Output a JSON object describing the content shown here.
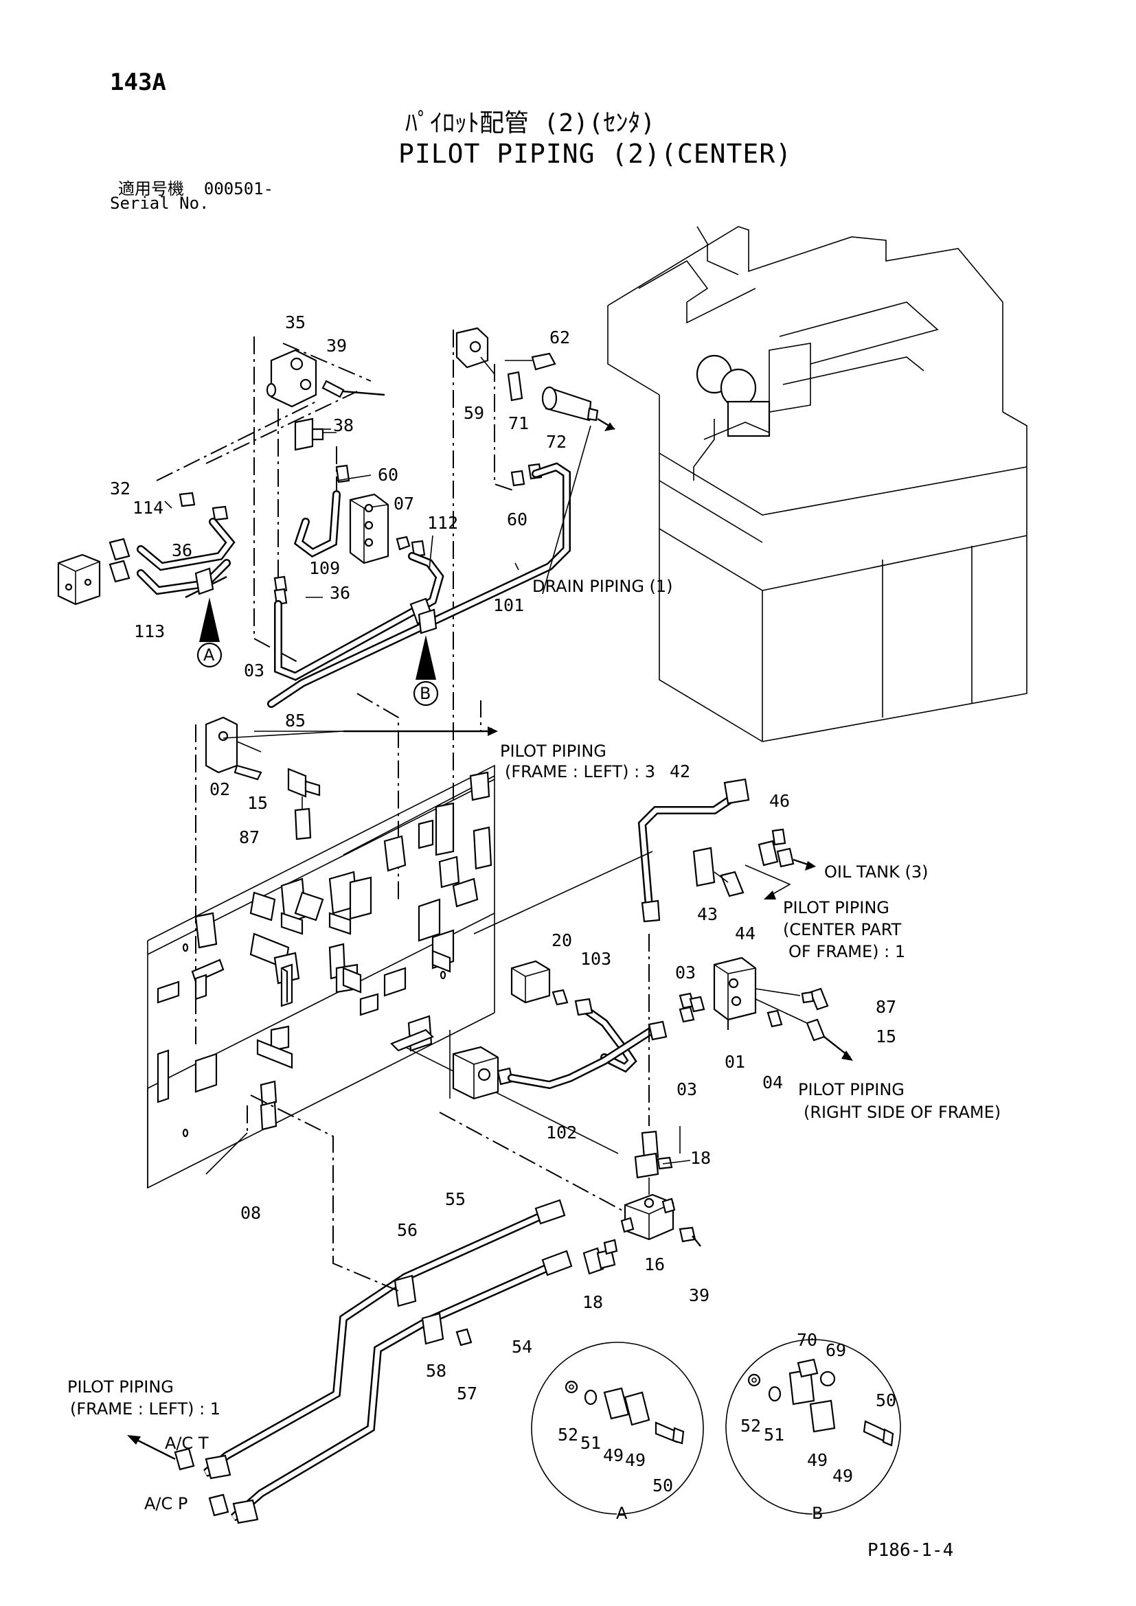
{
  "header": {
    "page_id": "143A",
    "title_jp": "ﾊﾟｲﾛｯﾄ配管 (2)(ｾﾝﾀ)",
    "title_en": "PILOT PIPING (2)(CENTER)",
    "serial_label_jp": "適用号機",
    "serial_value": "000501-",
    "serial_label_en": "Serial No."
  },
  "parts": {
    "p35": "35",
    "p39a": "39",
    "p38": "38",
    "p62": "62",
    "p59": "59",
    "p71": "71",
    "p72": "72",
    "p60a": "60",
    "p60b": "60",
    "p07": "07",
    "p112": "112",
    "p109": "109",
    "p36a": "36",
    "p36b": "36",
    "p32": "32",
    "p114": "114",
    "p113": "113",
    "p101": "101",
    "p03a": "03",
    "p85": "85",
    "p02": "02",
    "p15a": "15",
    "p87a": "87",
    "p42": "42",
    "p46": "46",
    "p43": "43",
    "p44": "44",
    "p20": "20",
    "p103": "103",
    "p03b": "03",
    "p03c": "03",
    "p01": "01",
    "p04": "04",
    "p87b": "87",
    "p15b": "15",
    "p102": "102",
    "p18a": "18",
    "p08": "08",
    "p55": "55",
    "p56": "56",
    "p16": "16",
    "p39b": "39",
    "p18b": "18",
    "p54": "54",
    "p58": "58",
    "p57": "57",
    "a52": "52",
    "a51": "51",
    "a49a": "49",
    "a49b": "49",
    "a50": "50",
    "b70": "70",
    "b69": "69",
    "b50": "50",
    "b52": "52",
    "b51": "51",
    "b49a": "49",
    "b49b": "49"
  },
  "notes": {
    "drain_piping": "DRAIN PIPING (1)",
    "pilot_frame_left_3_l1": "PILOT PIPING",
    "pilot_frame_left_3_l2": "(FRAME : LEFT) : 3",
    "oil_tank": "OIL TANK (3)",
    "pilot_center_l1": "PILOT PIPING",
    "pilot_center_l2": "(CENTER PART",
    "pilot_center_l3": "OF FRAME) : 1",
    "pilot_right_l1": "PILOT PIPING",
    "pilot_right_l2": "(RIGHT SIDE OF FRAME)",
    "pilot_frame_left_1_l1": "PILOT PIPING",
    "pilot_frame_left_1_l2": "(FRAME : LEFT) : 1",
    "ac_t": "A/C T",
    "ac_p": "A/C P"
  },
  "callouts": {
    "a": "A",
    "b": "B",
    "detail_a": "A",
    "detail_b": "B"
  },
  "footer": {
    "code": "P186-1-4"
  }
}
